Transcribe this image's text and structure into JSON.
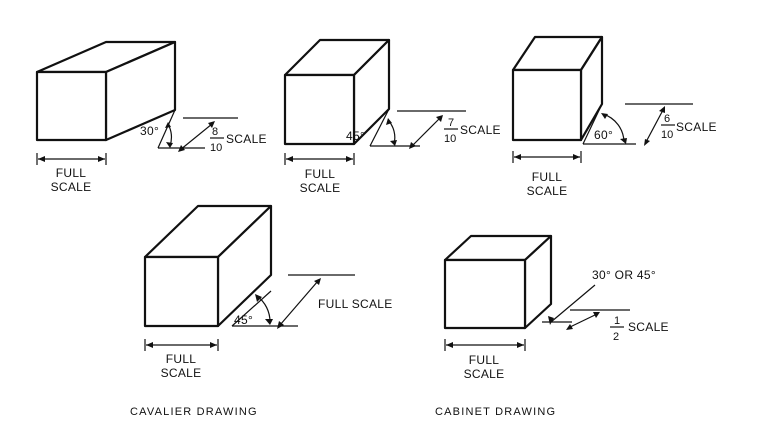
{
  "figures": [
    {
      "name": "cube-30",
      "angle": "30°",
      "frac_num": "8",
      "frac_den": "10",
      "scale": "SCALE",
      "full1": "FULL",
      "full2": "SCALE"
    },
    {
      "name": "cube-45",
      "angle": "45°",
      "frac_num": "7",
      "frac_den": "10",
      "scale": "SCALE",
      "full1": "FULL",
      "full2": "SCALE"
    },
    {
      "name": "cube-60",
      "angle": "60°",
      "frac_num": "6",
      "frac_den": "10",
      "scale": "SCALE",
      "full1": "FULL",
      "full2": "SCALE"
    },
    {
      "name": "cavalier",
      "angle": "45°",
      "depth_label": "FULL SCALE",
      "full1": "FULL",
      "full2": "SCALE",
      "caption": "CAVALIER DRAWING"
    },
    {
      "name": "cabinet",
      "angle": "30° OR 45°",
      "frac_num": "1",
      "frac_den": "2",
      "scale": "SCALE",
      "full1": "FULL",
      "full2": "SCALE",
      "caption": "CABINET DRAWING"
    }
  ]
}
